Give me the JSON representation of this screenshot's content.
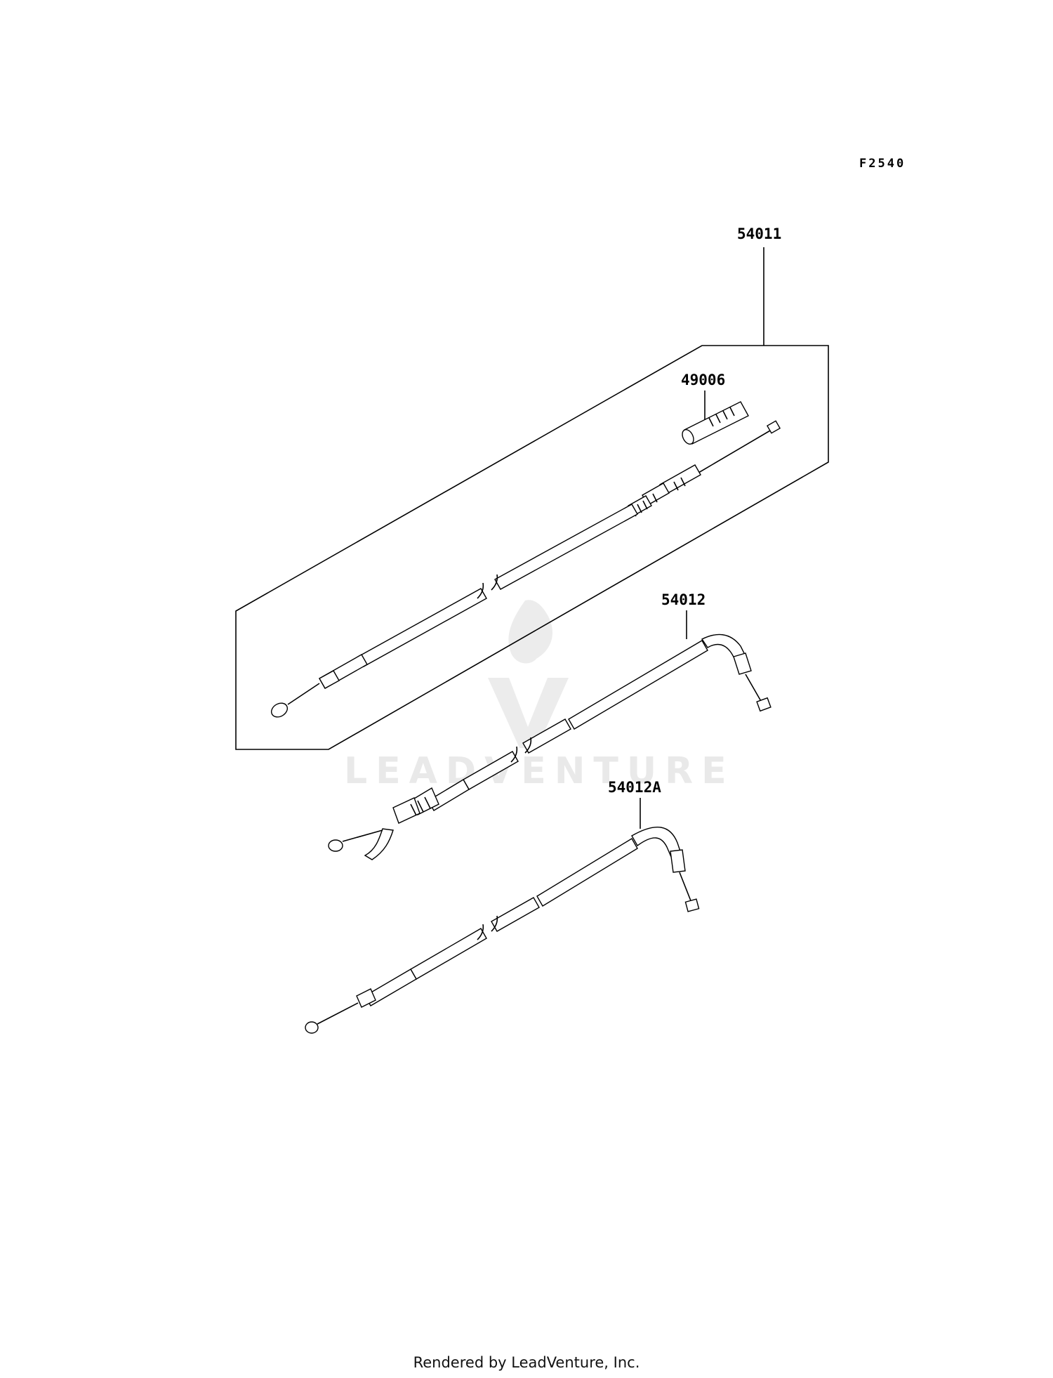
{
  "diagram_code": "F2540",
  "parts": [
    {
      "id": "54011",
      "label": "54011"
    },
    {
      "id": "49006",
      "label": "49006"
    },
    {
      "id": "54012",
      "label": "54012"
    },
    {
      "id": "54012A",
      "label": "54012A"
    }
  ],
  "watermark": {
    "text": "LEADVENTURE",
    "icon": "flame-v-logo-icon"
  },
  "footer": "Rendered by LeadVenture, Inc."
}
